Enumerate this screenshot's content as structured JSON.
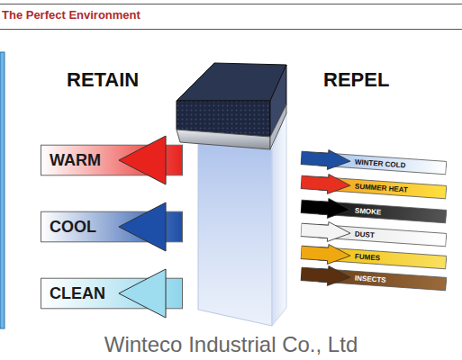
{
  "diagram": {
    "title": "The Perfect Environment",
    "caption": "Winteco Industrial Co., Ltd",
    "nodes": [
      {
        "text": [
          "WARM"
        ]
      },
      {
        "text": [
          "COOL"
        ]
      },
      {
        "text": [
          "CLEAN"
        ]
      },
      {
        "text": [
          "WINTER COLD"
        ]
      },
      {
        "text": [
          "SUMMER HEAT"
        ]
      },
      {
        "text": [
          "SMOKE"
        ]
      },
      {
        "text": [
          "DUST"
        ]
      },
      {
        "text": [
          "FUMES"
        ]
      },
      {
        "text": [
          "INSECTS"
        ]
      }
    ],
    "labels": [
      "RETAIN",
      "REPEL"
    ]
  }
}
